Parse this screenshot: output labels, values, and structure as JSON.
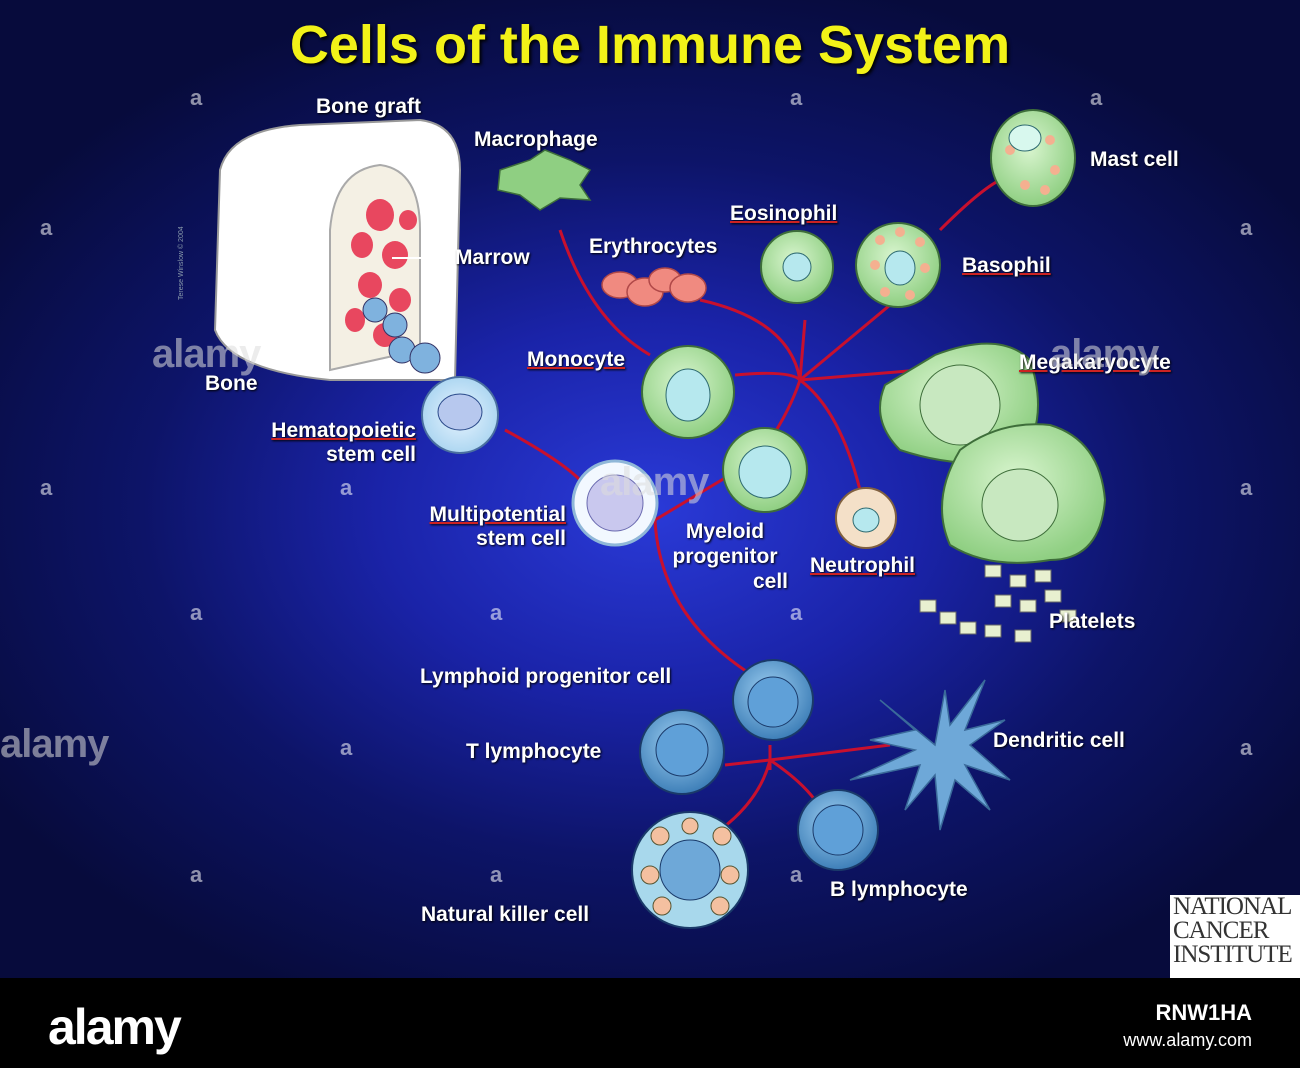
{
  "title": "Cells of the Immune System",
  "labels": {
    "bone_graft": "Bone graft",
    "marrow": "Marrow",
    "bone": "Bone",
    "hsc_line1": "Hematopoietic",
    "hsc_line2": "stem cell",
    "macrophage": "Macrophage",
    "mast_cell": "Mast cell",
    "eosinophil": "Eosinophil",
    "erythrocytes": "Erythrocytes",
    "basophil": "Basophil",
    "monocyte": "Monocyte",
    "megakaryocyte": "Megakaryocyte",
    "multi_line1": "Multipotential",
    "multi_line2": "stem cell",
    "myeloid_line1": "Myeloid",
    "myeloid_line2": "progenitor",
    "myeloid_line3": "cell",
    "neutrophil": "Neutrophil",
    "platelets": "Platelets",
    "lymphoid": "Lymphoid progenitor cell",
    "t_lymphocyte": "T lymphocyte",
    "dendritic": "Dendritic cell",
    "b_lymphocyte": "B lymphocyte",
    "nk_cell": "Natural killer cell"
  },
  "artist_credit": "Terese Winslow © 2004",
  "nci_logo": [
    "NATIONAL",
    "CANCER",
    "INSTITUTE"
  ],
  "watermarks": {
    "center": "alamy",
    "left": "alamy",
    "small": "a"
  },
  "footer": {
    "logo": "alamy",
    "image_id": "RNW1HA",
    "url": "www.alamy.com"
  },
  "colors": {
    "title": "#f2f218",
    "background": "#1a23a8",
    "line": "#c8102e",
    "myeloid_cell": "#8fd18a",
    "lymphoid_cell": "#4a8fc8",
    "rbc": "#f08080"
  }
}
